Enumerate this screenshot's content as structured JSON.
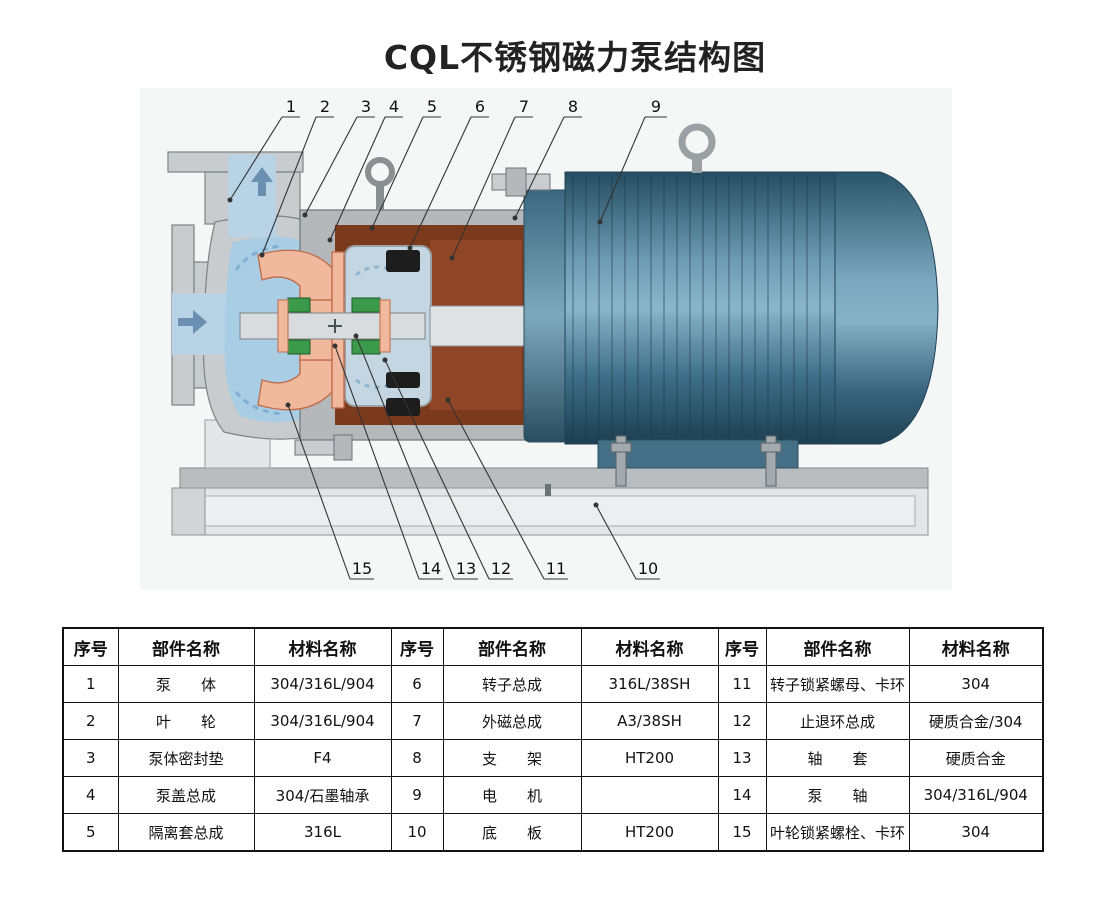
{
  "title": "CQL不锈钢磁力泵结构图",
  "diagram": {
    "callouts_top": [
      "1",
      "2",
      "3",
      "4",
      "5",
      "6",
      "7",
      "8",
      "9"
    ],
    "callouts_bottom": [
      "15",
      "14",
      "13",
      "12",
      "11",
      "10"
    ],
    "icons": [
      "up-arrow-icon",
      "right-arrow-icon"
    ],
    "colors": {
      "casing": "#c8ccce",
      "fluid": "#a8cde4",
      "impeller": "#f0b89c",
      "isolation_sleeve": "#7b3a1c",
      "bearing": "#3a9a4a",
      "motor": "#3f6f89"
    }
  },
  "table": {
    "headers": [
      "序号",
      "部件名称",
      "材料名称",
      "序号",
      "部件名称",
      "材料名称",
      "序号",
      "部件名称",
      "材料名称"
    ],
    "rows": [
      [
        "1",
        "泵　　体",
        "304/316L/904",
        "6",
        "转子总成",
        "316L/38SH",
        "11",
        "转子锁紧螺母、卡环",
        "304"
      ],
      [
        "2",
        "叶　　轮",
        "304/316L/904",
        "7",
        "外磁总成",
        "A3/38SH",
        "12",
        "止退环总成",
        "硬质合金/304"
      ],
      [
        "3",
        "泵体密封垫",
        "F4",
        "8",
        "支　　架",
        "HT200",
        "13",
        "轴　　套",
        "硬质合金"
      ],
      [
        "4",
        "泵盖总成",
        "304/石墨轴承",
        "9",
        "电　　机",
        "",
        "14",
        "泵　　轴",
        "304/316L/904"
      ],
      [
        "5",
        "隔离套总成",
        "316L",
        "10",
        "底　　板",
        "HT200",
        "15",
        "叶轮锁紧螺栓、卡环",
        "304"
      ]
    ]
  }
}
